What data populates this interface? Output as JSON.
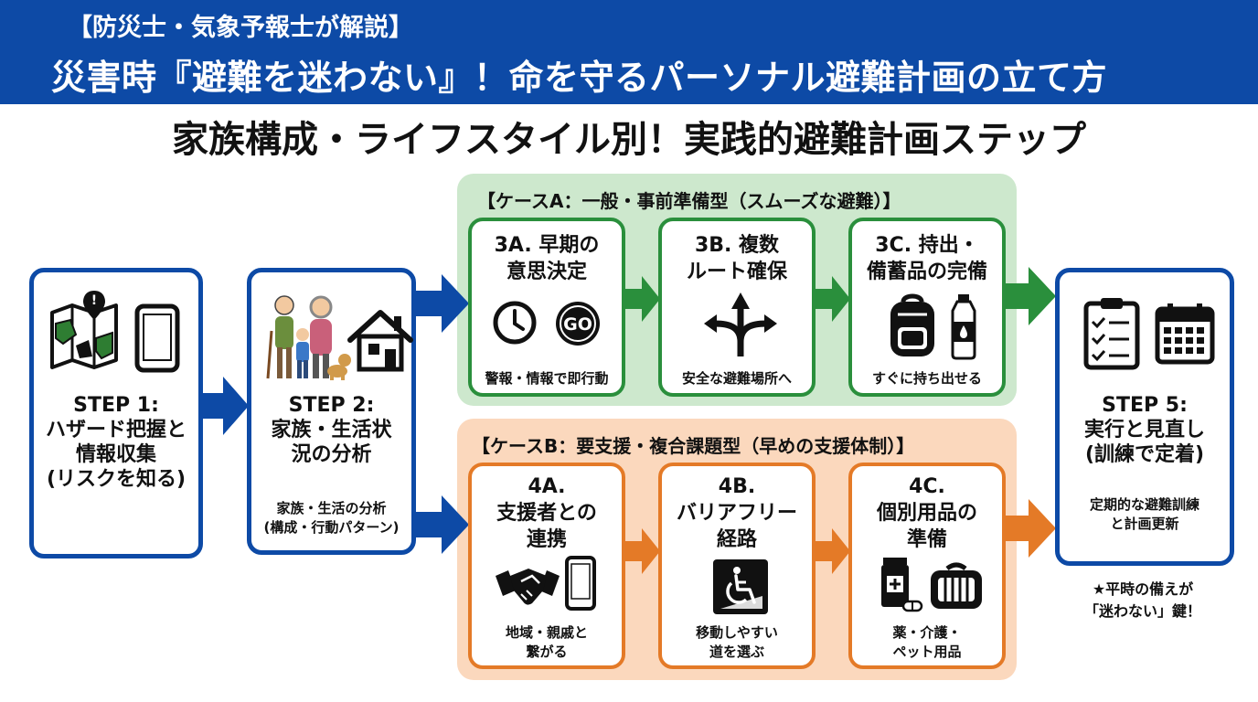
{
  "header": {
    "subtitle": "【防災士・気象予報士が解説】",
    "title": "災害時『避難を迷わない』！命を守るパーソナル避難計画の立て方"
  },
  "section_title": "家族構成・ライフスタイル別！実践的避難計画ステップ",
  "steps": {
    "step1": {
      "title": [
        "STEP 1:",
        "ハザード把握と",
        "情報収集",
        "(リスクを知る)"
      ],
      "icons": [
        "hazard-map-icon",
        "smartphone-icon"
      ]
    },
    "step2": {
      "title": [
        "STEP 2:",
        "家族・生活状",
        "況の分析"
      ],
      "desc": [
        "家族・生活の分析",
        "(構成・行動パターン)"
      ],
      "icons": [
        "family-icon",
        "house-icon"
      ]
    },
    "step5": {
      "title": [
        "STEP 5:",
        "実行と見直し",
        "(訓練で定着)"
      ],
      "desc": [
        "定期的な避難訓練",
        "と計画更新"
      ],
      "icons": [
        "checklist-icon",
        "calendar-icon"
      ]
    }
  },
  "case_a": {
    "title": "【ケースA：一般・事前準備型（スムーズな避難）】",
    "cards": [
      {
        "title": [
          "3A. 早期の",
          "意思決定"
        ],
        "desc": [
          "警報・情報で即行動"
        ],
        "icons": [
          "clock-icon",
          "go-icon"
        ],
        "go_label": "GO"
      },
      {
        "title": [
          "3B. 複数",
          "ルート確保"
        ],
        "desc": [
          "安全な避難場所へ"
        ],
        "icons": [
          "route-split-icon"
        ]
      },
      {
        "title": [
          "3C. 持出・",
          "備蓄品の完備"
        ],
        "desc": [
          "すぐに持ち出せる"
        ],
        "icons": [
          "backpack-icon",
          "water-bottle-icon"
        ]
      }
    ]
  },
  "case_b": {
    "title": "【ケースB：要支援・複合課題型（早めの支援体制）】",
    "cards": [
      {
        "title": [
          "4A.",
          "支援者との",
          "連携"
        ],
        "desc": [
          "地域・親戚と",
          "繋がる"
        ],
        "icons": [
          "handshake-icon",
          "smartphone-icon"
        ]
      },
      {
        "title": [
          "4B.",
          "バリアフリー",
          "経路"
        ],
        "desc": [
          "移動しやすい",
          "道を選ぶ"
        ],
        "icons": [
          "wheelchair-icon"
        ]
      },
      {
        "title": [
          "4C.",
          "個別用品の",
          "準備"
        ],
        "desc": [
          "薬・介護・",
          "ペット用品"
        ],
        "icons": [
          "medicine-icon",
          "pet-carrier-icon"
        ]
      }
    ]
  },
  "note": [
    "★平時の備えが",
    "「迷わない」鍵！"
  ],
  "colors": {
    "header_blue": "#0d4aa6",
    "case_a_bg": "#cde8cd",
    "case_a_border": "#2a8f3c",
    "case_b_bg": "#fbd8bd",
    "case_b_border": "#e47a27"
  }
}
